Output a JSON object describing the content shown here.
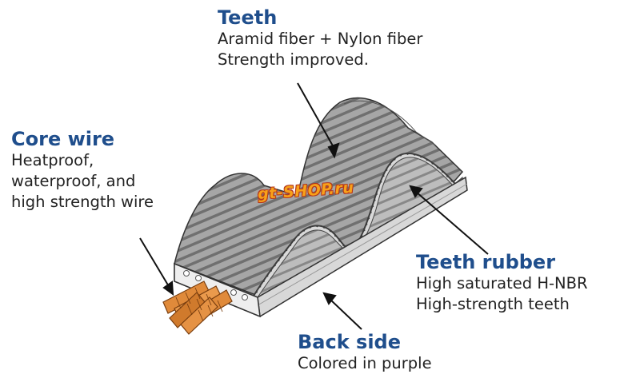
{
  "labels": {
    "teeth": {
      "title": "Teeth",
      "lines": [
        "Aramid fiber + Nylon fiber",
        "Strength improved."
      ]
    },
    "core_wire": {
      "title": "Core wire",
      "lines": [
        "Heatproof,",
        "waterproof, and",
        "high strength wire"
      ]
    },
    "teeth_rubber": {
      "title": "Teeth rubber",
      "lines": [
        "High saturated H-NBR",
        "High-strength teeth"
      ]
    },
    "back_side": {
      "title": "Back side",
      "lines": [
        "Colored in purple"
      ]
    }
  },
  "watermark": "gt-SHOP.ru",
  "colors": {
    "title": "#1f4e8c",
    "text": "#222222",
    "belt_face": "#a3a3a3",
    "belt_stripe": "#6e6e6e",
    "belt_side": "#e6e6e6",
    "cord": "#e08a3a",
    "outline": "#333333"
  }
}
